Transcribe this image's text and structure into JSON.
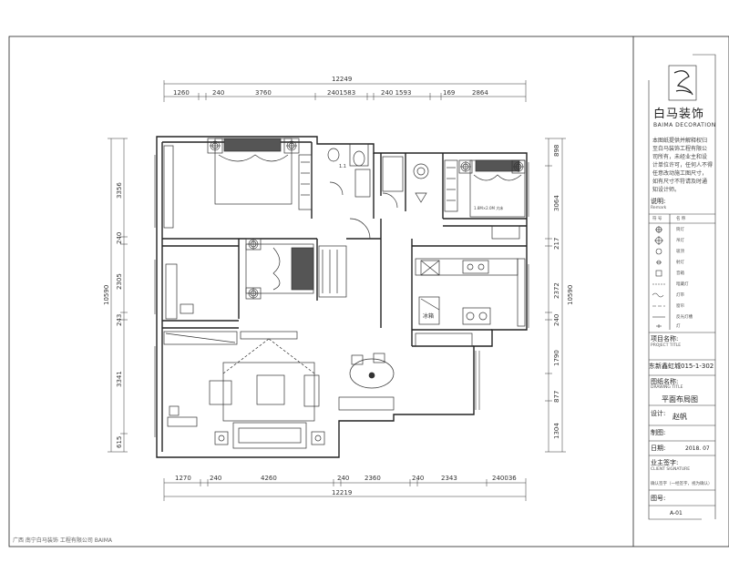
{
  "drawing": {
    "top_overall": "12249",
    "top_dims": [
      "1260",
      "240",
      "3760",
      "2401583",
      "240 1593",
      "169",
      "2864"
    ],
    "bottom_overall": "12219",
    "bottom_dims": [
      "1270",
      "240",
      "4260",
      "240",
      "2360",
      "240",
      "2343",
      "240036"
    ],
    "left_overall": "10590",
    "left_dims": [
      "3356",
      "240",
      "2305",
      "243",
      "3341",
      "615"
    ],
    "right_overall": "10590",
    "right_dims": [
      "898",
      "3064",
      "217",
      "2372",
      "240",
      "1790",
      "877",
      "1304"
    ],
    "room_labels": {
      "bed_note": "1.8M×2.0M 大床",
      "cabinet": "冰箱",
      "wc_note": "1.1"
    }
  },
  "title_block": {
    "brand_cn": "白马装饰",
    "brand_en": "BAIMA DECORATION",
    "notice_lines": [
      "本图纸提供并解释权归",
      "至白马装饰工程有限公",
      "司所有，未经业主和设",
      "计单位许可，任何人不得",
      "任意改动施工图尺寸，",
      "如有尺寸不符请及时通",
      "知设计师。"
    ],
    "legend_title": "说明:",
    "legend_sub": "Remark",
    "legend_header": [
      "符 号",
      "名 称"
    ],
    "legend_items": [
      "筒灯",
      "吊灯",
      "吸顶",
      "射灯",
      "音箱",
      "暗藏灯",
      "灯带",
      "窗帘",
      "反光灯槽",
      "灯"
    ],
    "project_label": "项目名称:",
    "project_label_en": "PROJECT TITLE",
    "project_value": "东新鑫虹城015-1-302",
    "drawing_name_label": "图纸名称:",
    "drawing_name_label_en": "DRAWING TITLE",
    "drawing_name_value": "平面布局图",
    "designer_label": "设计:",
    "designer_value": "赵帆",
    "drafter_label": "制图:",
    "date_label": "日期:",
    "date_value": "2018. 07",
    "owner_sign_label": "业主签字:",
    "owner_sign_en": "CLIENT SIGNATURE",
    "owner_note": "确认签字（一经签字，视为确认）",
    "sheet_label": "图号:",
    "sheet_value": "A-01"
  },
  "bottom_note": "广西 南宁白马装饰 工程有限公司 BAIMA"
}
